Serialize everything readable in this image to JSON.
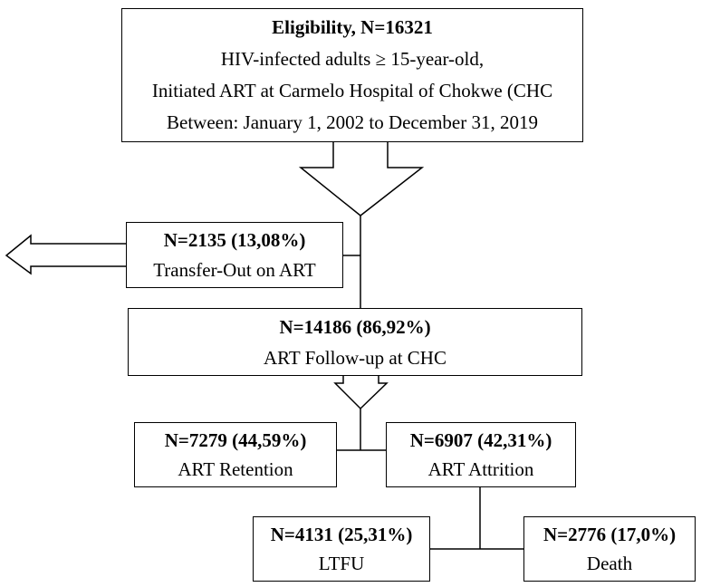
{
  "eligibility": {
    "title": "Eligibility, N=16321",
    "line1": "HIV-infected adults ≥ 15-year-old,",
    "line2": "Initiated ART at Carmelo Hospital of Chokwe (CHC",
    "line3": "Between: January 1, 2002 to December 31, 2019"
  },
  "transfer_out": {
    "count": "N=2135 (13,08%)",
    "label": "Transfer-Out on ART"
  },
  "follow_up": {
    "count": "N=14186 (86,92%)",
    "label": "ART Follow-up at CHC"
  },
  "retention": {
    "count": "N=7279 (44,59%)",
    "label": "ART Retention"
  },
  "attrition": {
    "count": "N=6907 (42,31%)",
    "label": "ART Attrition"
  },
  "ltfu": {
    "count": "N=4131 (25,31%)",
    "label": "LTFU"
  },
  "death": {
    "count": "N=2776 (17,0%)",
    "label": "Death"
  }
}
